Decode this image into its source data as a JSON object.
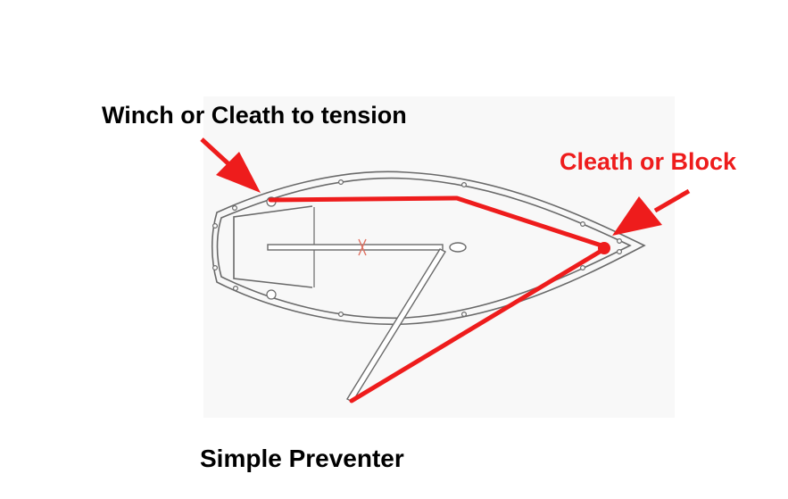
{
  "labels": {
    "winch": "Winch or Cleath to tension",
    "cleat": "Cleath or Block",
    "title": "Simple Preventer"
  },
  "colors": {
    "line": "#ee1c1c",
    "hull": "#6a6a6a",
    "text": "#000000"
  }
}
